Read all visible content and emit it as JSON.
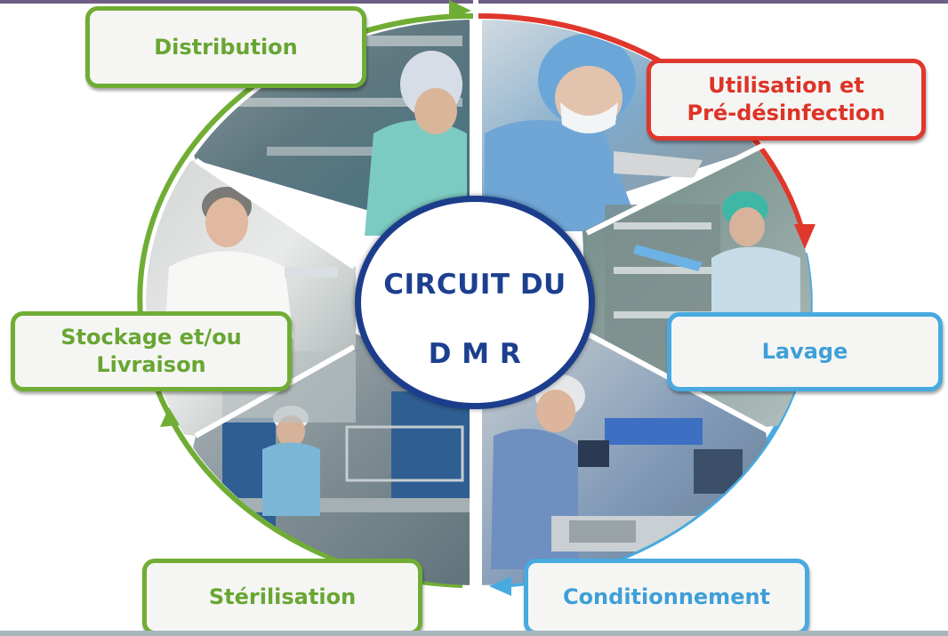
{
  "center": {
    "title_line1": "CIRCUIT DU",
    "title_line2": "D M R"
  },
  "steps": [
    {
      "label": "Distribution",
      "color": "#70ad34"
    },
    {
      "label": "Utilisation et\nPré-désinfection",
      "color": "#e0372c"
    },
    {
      "label": "Lavage",
      "color": "#48aae0"
    },
    {
      "label": "Conditionnement",
      "color": "#48aae0"
    },
    {
      "label": "Stérilisation",
      "color": "#70ad34"
    },
    {
      "label": "Stockage et/ou\nLivraison",
      "color": "#70ad34"
    }
  ],
  "colors": {
    "green": "#70ad34",
    "red": "#e0372c",
    "blue": "#48aae0",
    "center_navy": "#1b3d8c"
  },
  "photos": [
    {
      "icon": "photo-worker-shelving-icon"
    },
    {
      "icon": "photo-surgeon-mask-icon"
    },
    {
      "icon": "photo-washer-loading-icon"
    },
    {
      "icon": "photo-packaging-workstation-icon"
    },
    {
      "icon": "photo-sterilizer-rack-icon"
    },
    {
      "icon": "photo-nurse-storage-icon"
    }
  ]
}
